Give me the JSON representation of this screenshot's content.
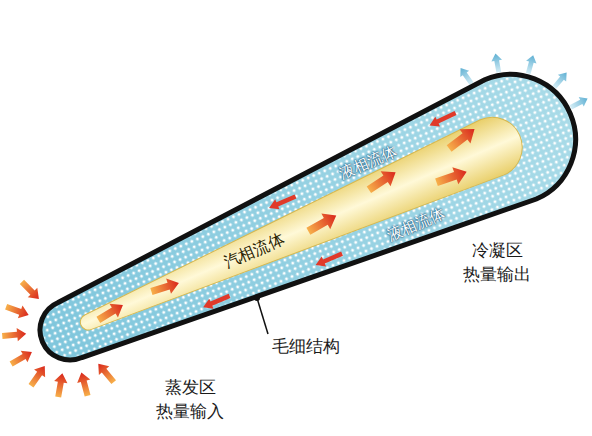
{
  "diagram": {
    "labels": [
      "液相流体",
      "汽相流体",
      "液相流体",
      "冷凝区",
      "热量输出",
      "毛细结构",
      "蒸发区",
      "热量输入"
    ]
  }
}
